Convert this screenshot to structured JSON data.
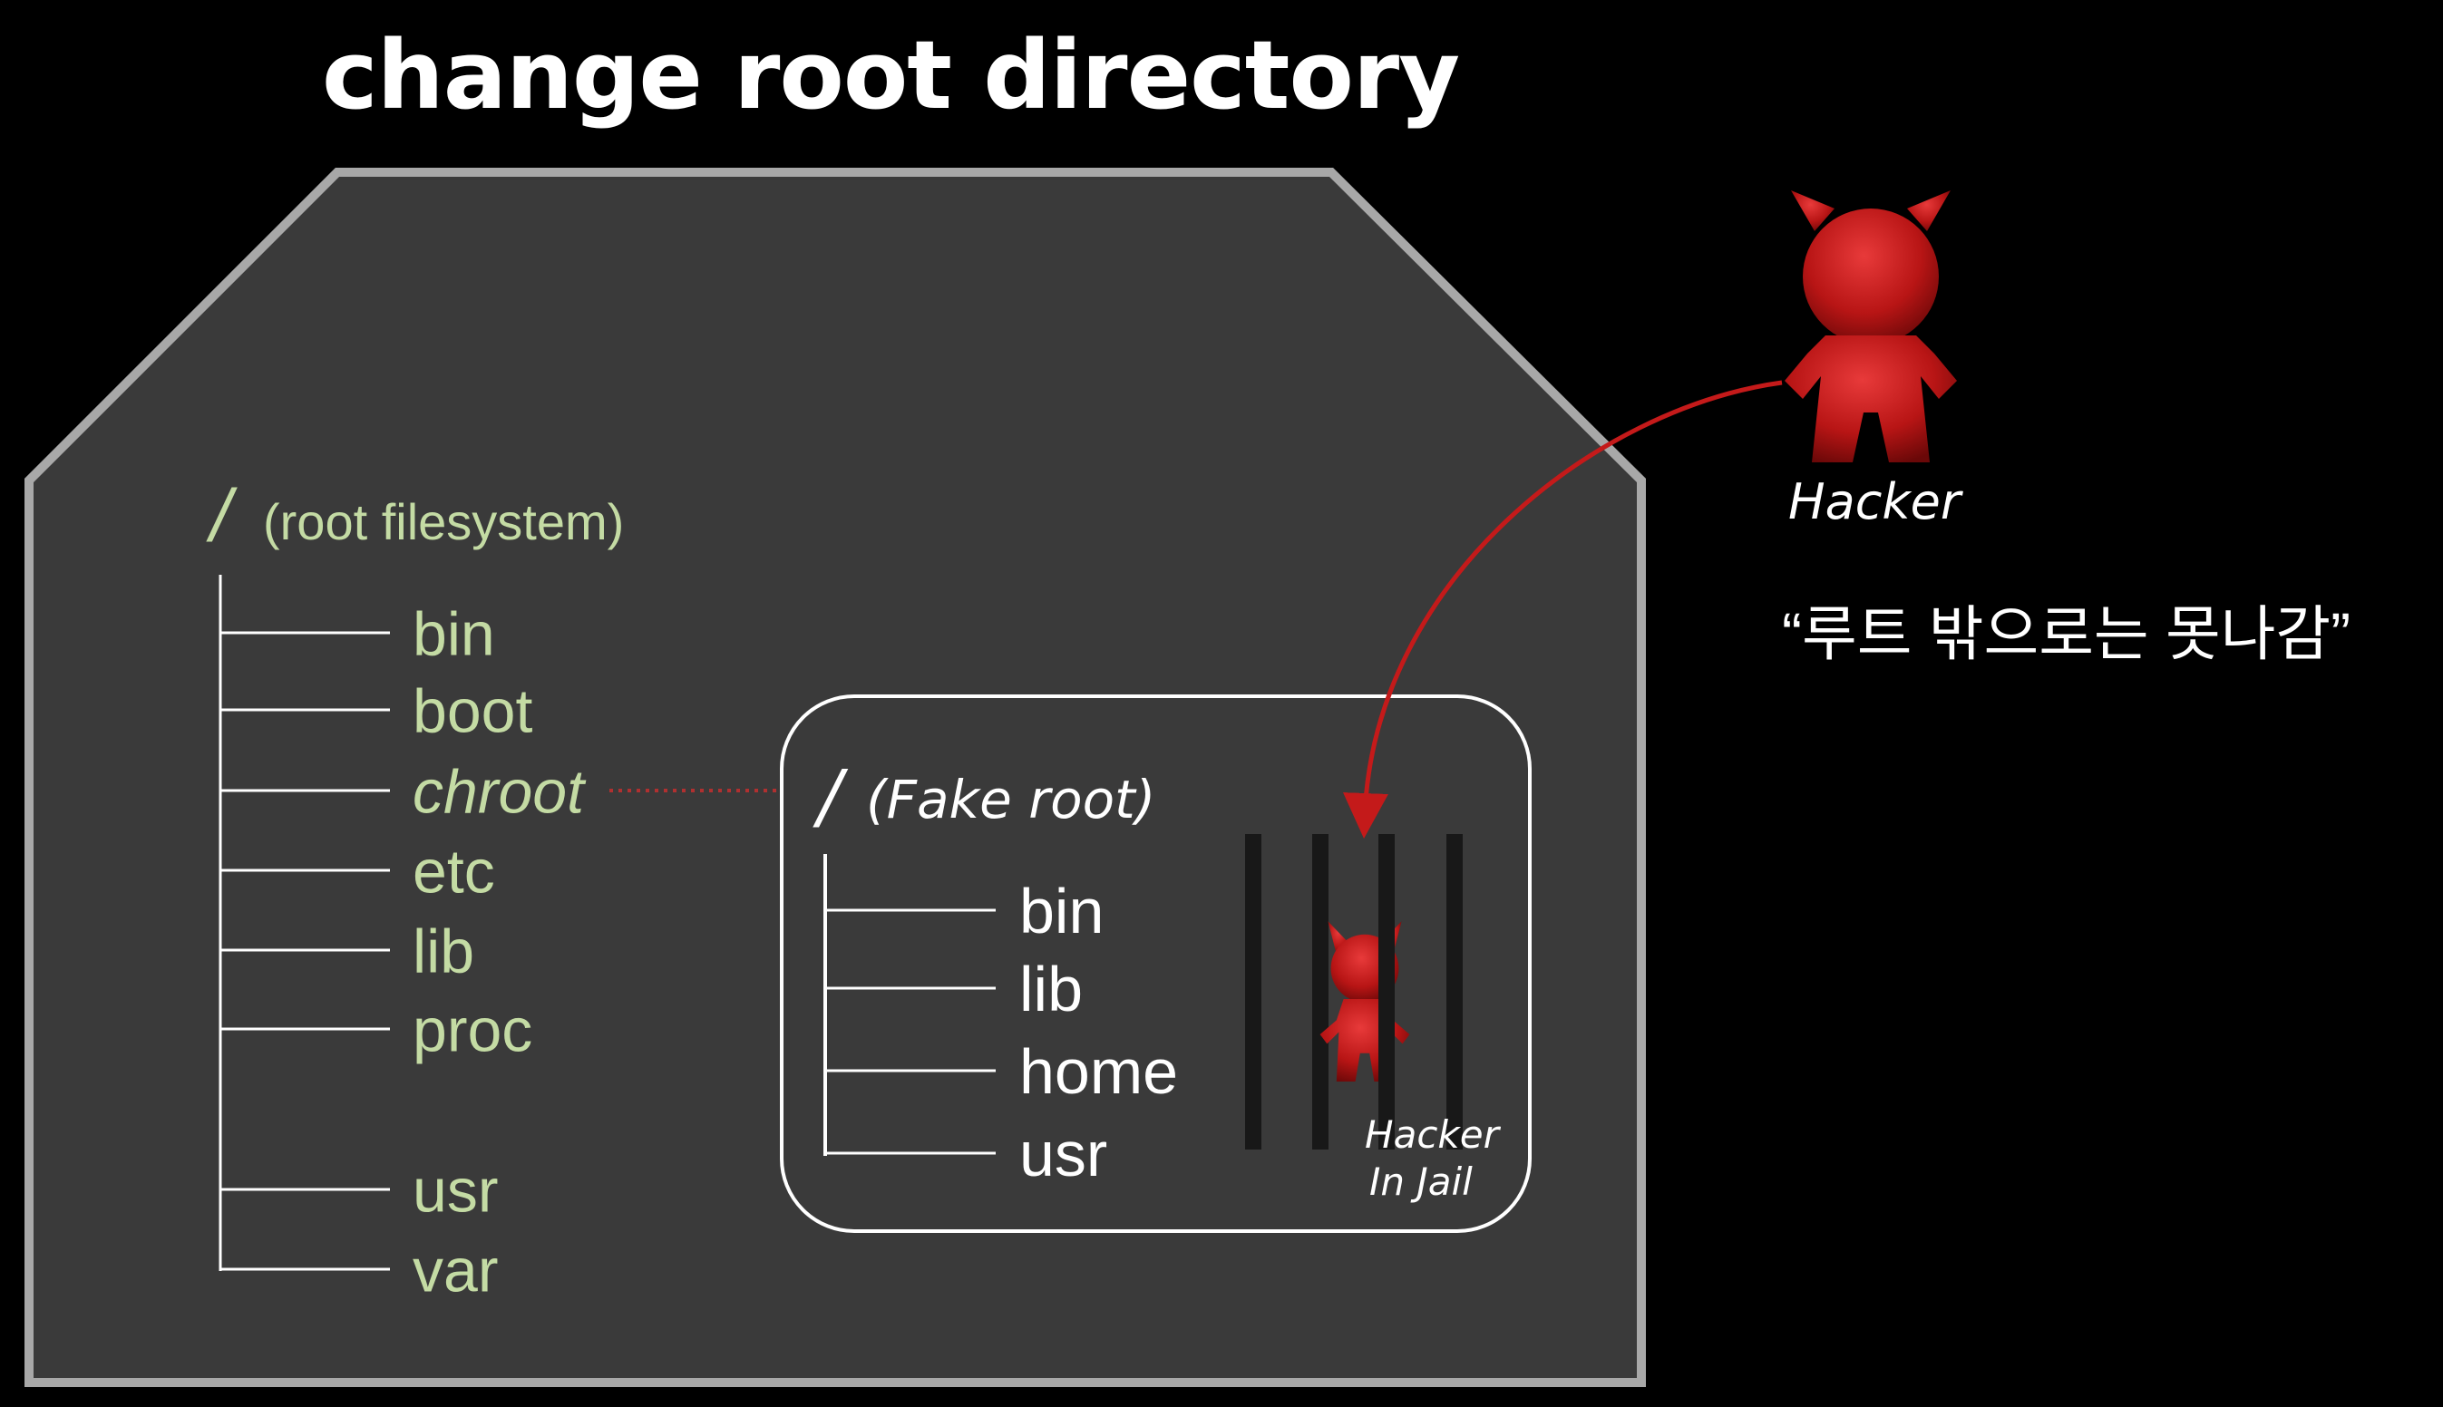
{
  "title": "change root directory",
  "root_tree": {
    "root_symbol": "/",
    "root_label": "(root filesystem)",
    "items": [
      "bin",
      "boot",
      "chroot",
      "etc",
      "lib",
      "proc",
      "usr",
      "var"
    ]
  },
  "fake_tree": {
    "root_symbol": "/",
    "root_label": "(Fake root)",
    "items": [
      "bin",
      "lib",
      "home",
      "usr"
    ]
  },
  "hacker": {
    "label": "Hacker",
    "quote": "“루트 밖으로는 못나감”"
  },
  "jailed_hacker": {
    "label_line1": "Hacker",
    "label_line2": "In Jail"
  },
  "colors": {
    "background": "#000000",
    "house_fill": "#3a3a3a",
    "house_border": "#a8a8a8",
    "root_text": "#c4dba4",
    "fake_text": "#ffffff",
    "hacker_red": "#c41a1a"
  }
}
